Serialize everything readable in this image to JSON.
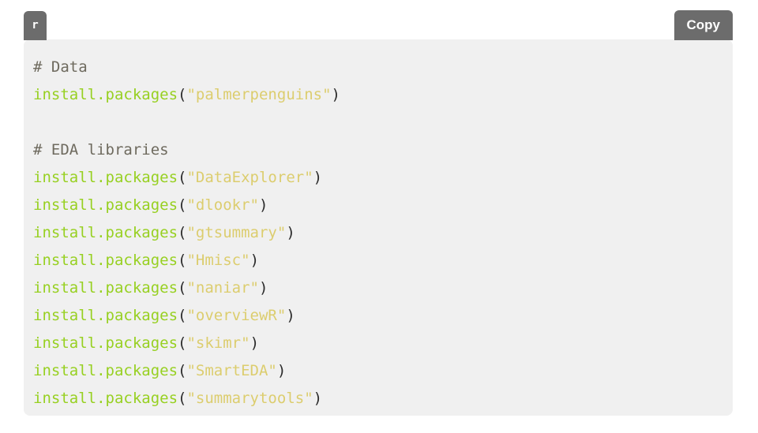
{
  "card": {
    "language_label": "r",
    "copy_label": "Copy",
    "background_color": "#f0f0f0",
    "chrome_color": "#6c6c6c"
  },
  "syntax_colors": {
    "comment": "#6e6a5e",
    "function": "#97d021",
    "punctuation": "#2b2b2b",
    "string": "#dccd6e"
  },
  "code": {
    "language": "r",
    "lines": [
      {
        "type": "comment",
        "text": "# Data"
      },
      {
        "type": "call",
        "fn": "install.packages",
        "open": "(",
        "string": "\"palmerpenguins\"",
        "close": ")"
      },
      {
        "type": "blank",
        "text": ""
      },
      {
        "type": "comment",
        "text": "# EDA libraries"
      },
      {
        "type": "call",
        "fn": "install.packages",
        "open": "(",
        "string": "\"DataExplorer\"",
        "close": ")"
      },
      {
        "type": "call",
        "fn": "install.packages",
        "open": "(",
        "string": "\"dlookr\"",
        "close": ")"
      },
      {
        "type": "call",
        "fn": "install.packages",
        "open": "(",
        "string": "\"gtsummary\"",
        "close": ")"
      },
      {
        "type": "call",
        "fn": "install.packages",
        "open": "(",
        "string": "\"Hmisc\"",
        "close": ")"
      },
      {
        "type": "call",
        "fn": "install.packages",
        "open": "(",
        "string": "\"naniar\"",
        "close": ")"
      },
      {
        "type": "call",
        "fn": "install.packages",
        "open": "(",
        "string": "\"overviewR\"",
        "close": ")"
      },
      {
        "type": "call",
        "fn": "install.packages",
        "open": "(",
        "string": "\"skimr\"",
        "close": ")"
      },
      {
        "type": "call",
        "fn": "install.packages",
        "open": "(",
        "string": "\"SmartEDA\"",
        "close": ")"
      },
      {
        "type": "call",
        "fn": "install.packages",
        "open": "(",
        "string": "\"summarytools\"",
        "close": ")"
      }
    ]
  }
}
